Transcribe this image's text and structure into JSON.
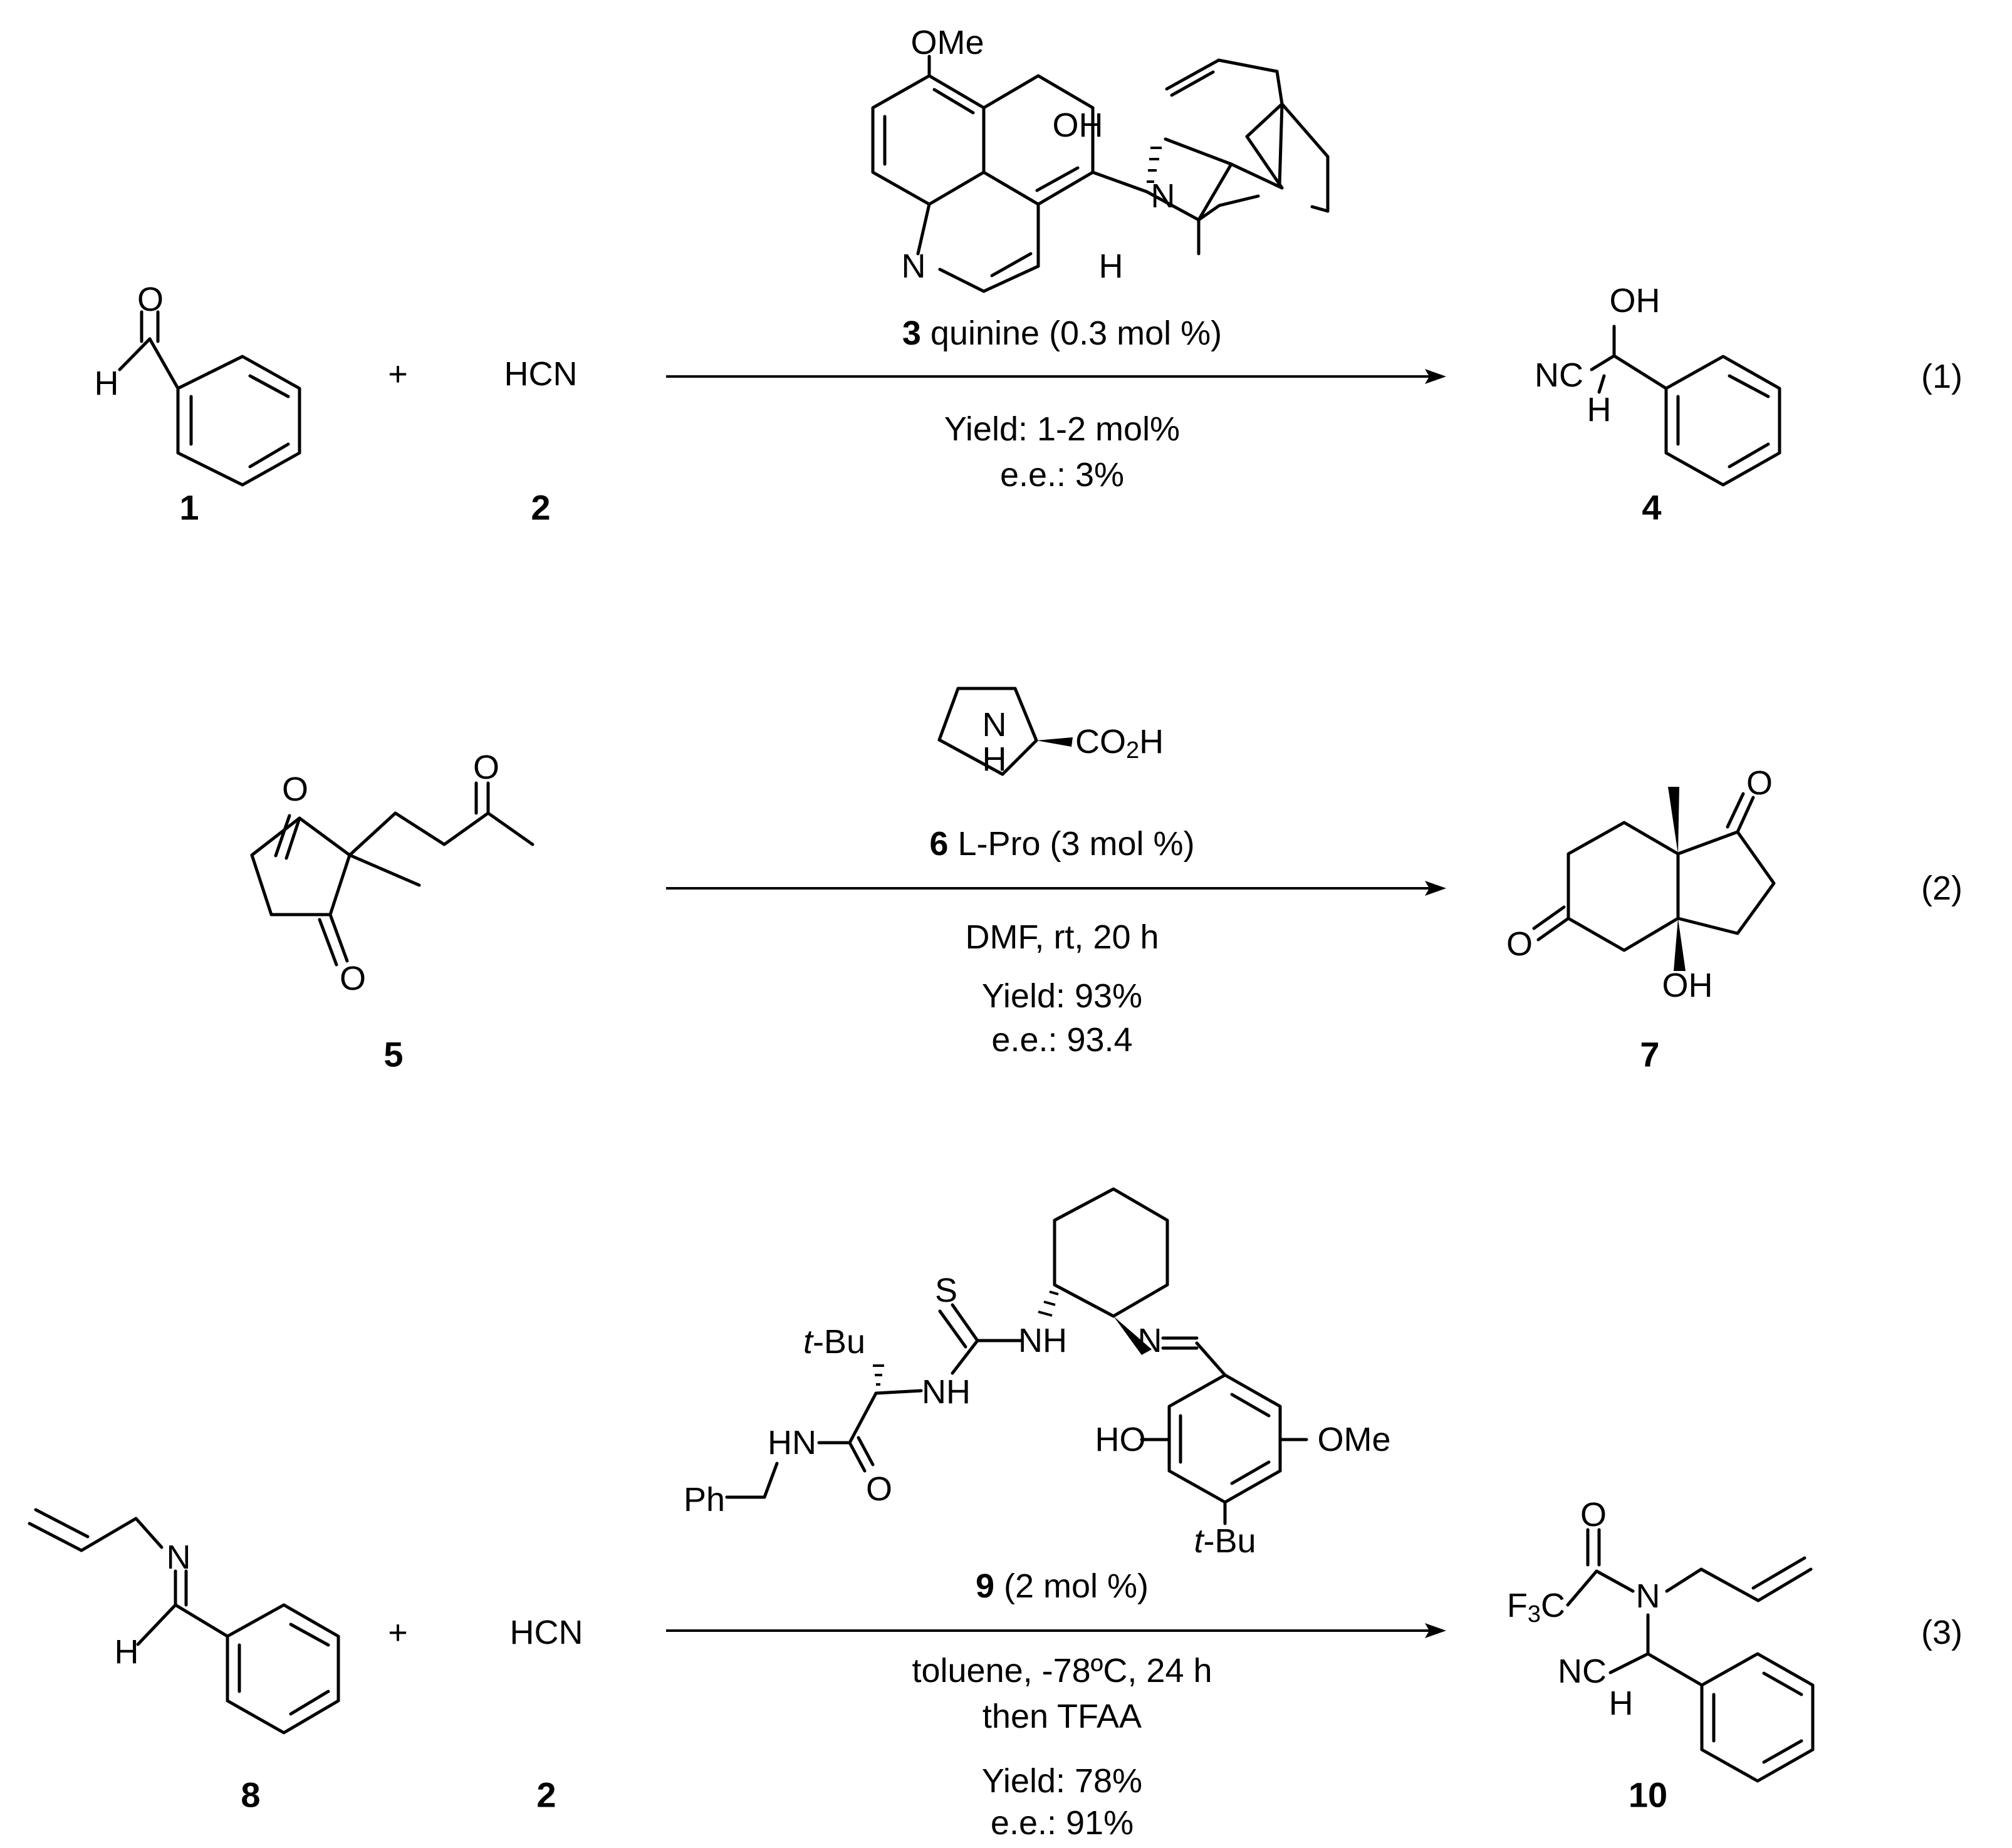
{
  "reactions": [
    {
      "equation_number": "(1)",
      "reactant_labels": [
        "1",
        "2"
      ],
      "reagent_formula": "HCN",
      "plus_sign": "+",
      "catalyst_number": "3",
      "catalyst_text": " quinine (0.3 mol %)",
      "conditions_below": [
        "Yield: 1-2 mol%",
        "e.e.: 3%"
      ],
      "product_label": "4",
      "atoms": {
        "aldehyde_O": "O",
        "aldehyde_H": "H",
        "OMe": "OMe",
        "OH": "OH",
        "N_quin": "N",
        "N_bridge": "N",
        "H_stereo": "H",
        "prod_OH": "OH",
        "prod_NC": "NC",
        "prod_H": "H"
      }
    },
    {
      "equation_number": "(2)",
      "reactant_labels": [
        "5"
      ],
      "catalyst_number": "6",
      "catalyst_text": " L-Pro (3 mol %)",
      "conditions_below": [
        "DMF, rt, 20 h",
        "Yield: 93%",
        "e.e.: 93.4"
      ],
      "product_label": "7",
      "atoms": {
        "O1": "O",
        "O2": "O",
        "O3": "O",
        "pro_N": "N",
        "pro_H": "H",
        "CO2H_a": "CO",
        "CO2H_sub": "2",
        "CO2H_b": "H",
        "prod_O1": "O",
        "prod_O2": "O",
        "prod_OH": "OH"
      }
    },
    {
      "equation_number": "(3)",
      "reactant_labels": [
        "8",
        "2"
      ],
      "reagent_formula": "HCN",
      "plus_sign": "+",
      "catalyst_number": "9",
      "catalyst_text": " (2 mol %)",
      "conditions_below": [
        "toluene, -78ºC, 24 h",
        "then TFAA",
        "Yield: 78%",
        "e.e.: 91%"
      ],
      "product_label": "10",
      "atoms": {
        "imine_N": "N",
        "imine_H": "H",
        "S": "S",
        "NH_a": "NH",
        "NH_b": "NH",
        "HN": "HN",
        "O_amide": "O",
        "Ph": "Ph",
        "tBu_t": "t",
        "tBu_rest": "-Bu",
        "N_imine": "N",
        "HO": "HO",
        "OMe": "OMe",
        "tBu2_t": "t",
        "tBu2_rest": "-Bu",
        "prod_O": "O",
        "prod_F": "F",
        "prod_F_sub": "3",
        "prod_C": "C",
        "prod_N": "N",
        "prod_NC": "NC",
        "prod_H": "H"
      }
    }
  ]
}
